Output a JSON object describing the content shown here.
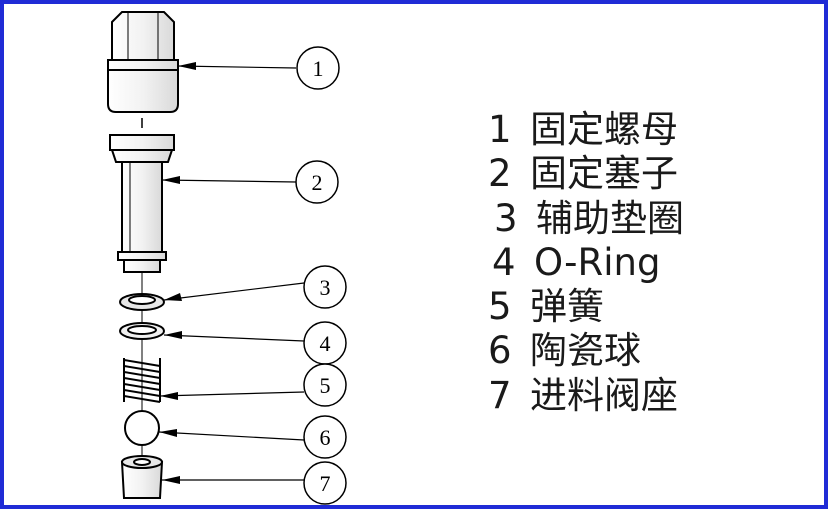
{
  "callouts": [
    "1",
    "2",
    "3",
    "4",
    "5",
    "6",
    "7"
  ],
  "legend": [
    {
      "num": "1",
      "label": "固定螺母"
    },
    {
      "num": "2",
      "label": "固定塞子"
    },
    {
      "num": "3",
      "label": "辅助垫圈"
    },
    {
      "num": "4",
      "label": "O-Ring"
    },
    {
      "num": "5",
      "label": "弹簧"
    },
    {
      "num": "6",
      "label": "陶瓷球"
    },
    {
      "num": "7",
      "label": "进料阀座"
    }
  ],
  "colors": {
    "frame": "#1f2bd6",
    "line": "#000000",
    "text": "#1a1a1a"
  }
}
